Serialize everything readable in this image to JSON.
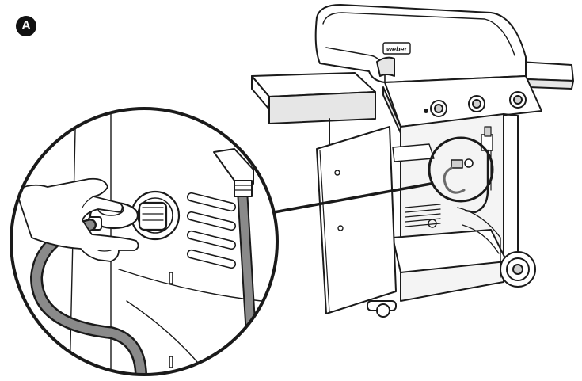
{
  "step": {
    "label": "A"
  },
  "brand": {
    "lid_logo": "weber"
  },
  "colors": {
    "line": "#1a1a1a",
    "hose": "#8a8a8a",
    "shade": "#cfcfcf",
    "paper": "#ffffff"
  },
  "icons": [
    "grill-illustration",
    "regulator-icon",
    "hand-icon",
    "hose-icon",
    "magnifier-callout"
  ]
}
